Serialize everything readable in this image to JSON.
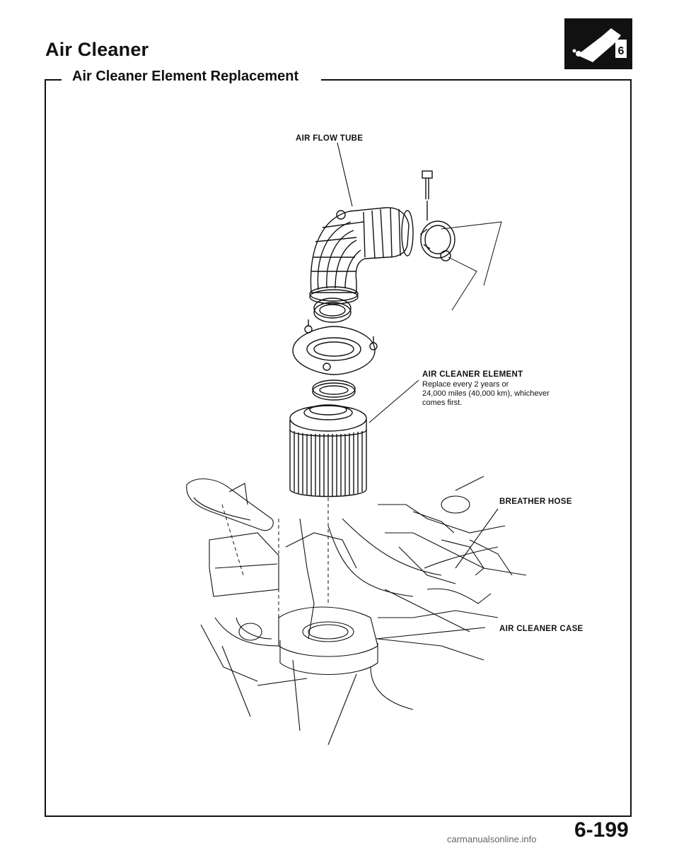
{
  "header": {
    "title": "Air Cleaner",
    "section_icon": "engine-maintenance-icon"
  },
  "section": {
    "title": "Air Cleaner Element Replacement"
  },
  "callouts": {
    "air_flow_tube": "AIR FLOW TUBE",
    "air_cleaner_element": "AIR CLEANER ELEMENT",
    "element_note_1": "Replace every 2 years or",
    "element_note_2": "24,000 miles (40,000 km), whichever",
    "element_note_3": "comes first.",
    "breather_hose": "BREATHER HOSE",
    "air_cleaner_case": "AIR CLEANER CASE"
  },
  "page_number": "6-199",
  "footer_watermark": "carmanualsonline.info"
}
